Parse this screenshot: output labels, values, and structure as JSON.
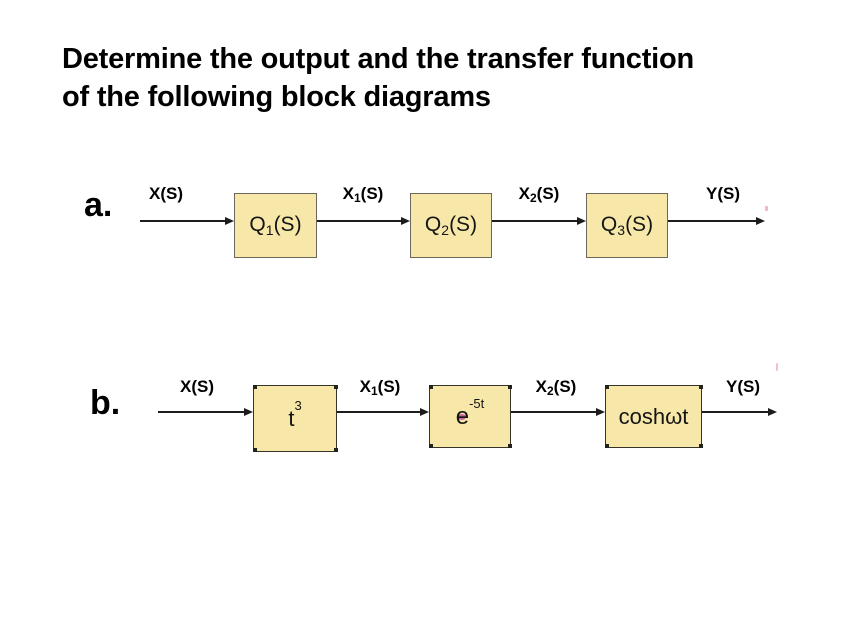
{
  "title": {
    "line1": "Determine the output and the transfer function",
    "line2": "of the following block diagrams"
  },
  "colors": {
    "background": "#ffffff",
    "text": "#000000",
    "block_fill": "#f7e7a8",
    "block_border_a": "#6b675a",
    "block_border_b": "#35332a",
    "arrow": "#1c1c1c",
    "pink_artifact": "#f2a0c8",
    "e_counter_pink": "#c9669f"
  },
  "diagram_a": {
    "index_label": "a.",
    "signals": [
      {
        "pre": "X",
        "sub": "",
        "post": "(S)"
      },
      {
        "pre": "X",
        "sub": "1",
        "post": "(S)"
      },
      {
        "pre": "X",
        "sub": "2",
        "post": "(S)"
      },
      {
        "pre": "Y",
        "sub": "",
        "post": "(S)"
      }
    ],
    "blocks": [
      {
        "pre": "Q",
        "sub": "1",
        "post": "(S)"
      },
      {
        "pre": "Q",
        "sub": "2",
        "post": "(S)"
      },
      {
        "pre": "Q",
        "sub": "3",
        "post": "(S)"
      }
    ]
  },
  "diagram_b": {
    "index_label": "b.",
    "signals": [
      {
        "pre": "X",
        "sub": "",
        "post": "(S)"
      },
      {
        "pre": "X",
        "sub": "1",
        "post": "(S)"
      },
      {
        "pre": "X",
        "sub": "2",
        "post": "(S)"
      },
      {
        "pre": "Y",
        "sub": "",
        "post": "(S)"
      }
    ],
    "blocks": [
      {
        "base": "t",
        "sup": "3"
      },
      {
        "base": "e",
        "sup": "-5t"
      },
      {
        "base": "coshωt",
        "sup": ""
      }
    ]
  }
}
